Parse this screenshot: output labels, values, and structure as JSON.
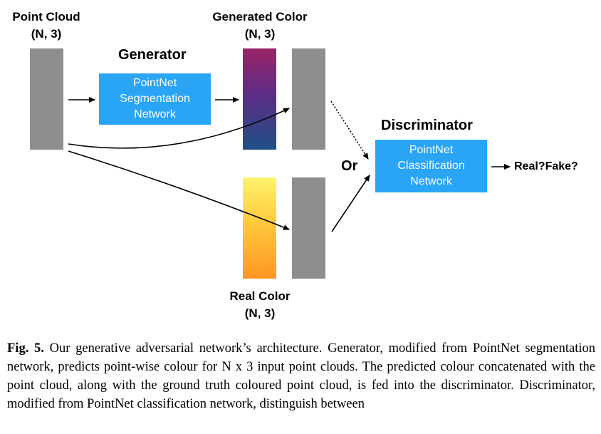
{
  "labels": {
    "point_cloud": "Point Cloud",
    "point_cloud_shape": "(N, 3)",
    "generated_color": "Generated Color",
    "generated_color_shape": "(N, 3)",
    "real_color": "Real Color",
    "real_color_shape": "(N, 3)",
    "generator": "Generator",
    "discriminator": "Discriminator",
    "or": "Or",
    "output": "Real?Fake?"
  },
  "generator_box": {
    "line1": "PointNet",
    "line2": "Segmentation",
    "line3": "Network"
  },
  "discriminator_box": {
    "line1": "PointNet",
    "line2": "Classification",
    "line3": "Network"
  },
  "colors": {
    "network_box": "#2aa5f5",
    "point_cloud_bar": "#8e8e8e",
    "generated_gradient_top": "#9a2466",
    "generated_gradient_bottom": "#1f4f86",
    "real_gradient_top": "#fff36c",
    "real_gradient_bottom": "#ff9524"
  },
  "caption": {
    "fig_label": "Fig. 5.",
    "text": " Our generative adversarial network’s architecture. Generator, modified from PointNet segmentation network, predicts point-wise colour for N x 3 input point clouds.  The predicted colour concatenated with the point cloud, along with the ground truth coloured point cloud, is fed into the discriminator. Discriminator, modified from PointNet classification network, distinguish between"
  }
}
